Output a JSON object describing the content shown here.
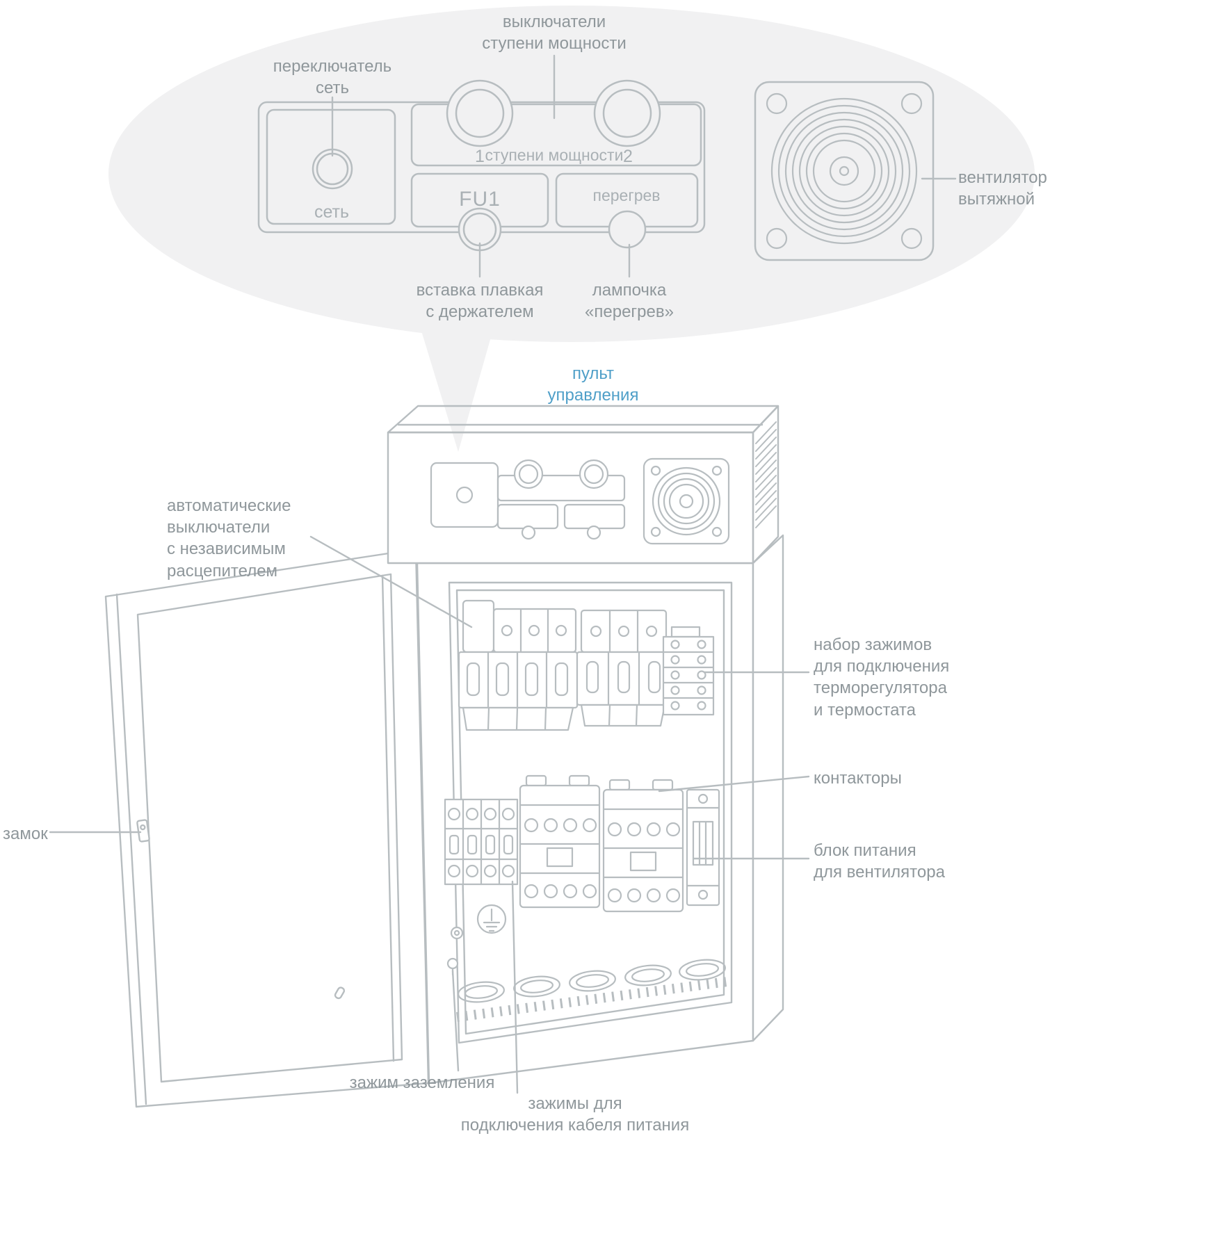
{
  "colors": {
    "line": "#b7bdc0",
    "label_text": "#8f979b",
    "accent_blue": "#4f9fc8",
    "balloon_fill": "#f1f1f2"
  },
  "callout": {
    "power_switches_label": "выключатели\nступени мощности",
    "network_switch_label": "переключатель\nсеть",
    "exhaust_fan_label": "вентилятор\nвытяжной",
    "fuse_label": "вставка плавкая\nс держателем",
    "overheat_lamp_label": "лампочка\n«перегрев»",
    "panel": {
      "net": "сеть",
      "stage_1": "1",
      "stage_2": "2",
      "stages": "ступени мощности",
      "fuse": "FU1",
      "overheat": "перегрев"
    }
  },
  "cabinet": {
    "control_unit_label": "пульт\nуправления",
    "breakers_label": "автоматические выключатели\nс независимым расцепителем",
    "terminals_label": "набор зажимов\nдля подключения\nтерморегулятора\nи термостата",
    "contactors_label": "контакторы",
    "psu_label": "блок питания\nдля вентилятора",
    "lock_label": "замок",
    "ground_label": "зажим заземления",
    "power_cable_label": "зажимы для\nподключения кабеля питания"
  }
}
